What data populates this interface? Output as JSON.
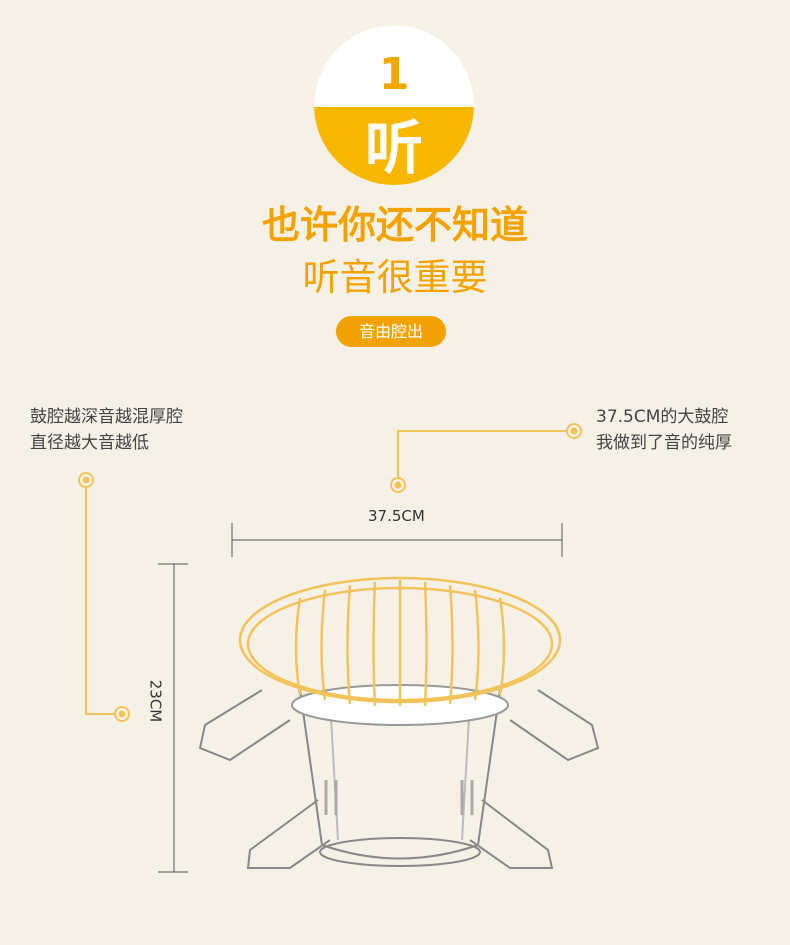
{
  "badge": {
    "number": "1",
    "title": "听"
  },
  "headline": "也许你还不知道",
  "subline": "听音很重要",
  "tag": "音由腔出",
  "note_left": {
    "line1": "鼓腔越深音越混厚腔",
    "line2": "直径越大音越低"
  },
  "note_right": {
    "line1": "37.5CM的大鼓腔",
    "line2": "我做到了音的纯厚"
  },
  "dimensions": {
    "width": "37.5CM",
    "height": "23CM"
  },
  "colors": {
    "accent": "#f2a300",
    "background": "#f6f1e7"
  }
}
